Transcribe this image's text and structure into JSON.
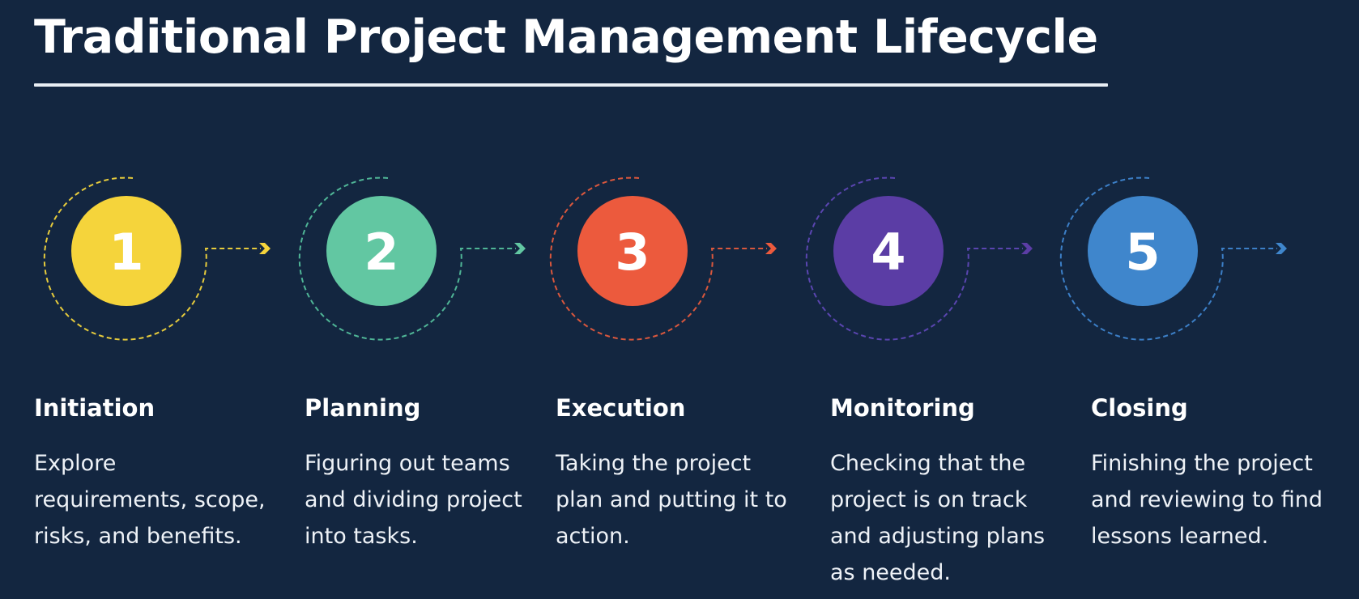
{
  "title": "Traditional Project Management Lifecycle",
  "stages": [
    {
      "number": "1",
      "heading": "Initiation",
      "description": "Explore requirements, scope, risks, and benefits.",
      "color": "#F5D43B",
      "ring_color": "#E6CB3C",
      "icon": "chevron-right-icon"
    },
    {
      "number": "2",
      "heading": "Planning",
      "description": "Figuring out teams and dividing project into tasks.",
      "color": "#62C7A2",
      "ring_color": "#4FB596",
      "icon": "chevron-right-icon"
    },
    {
      "number": "3",
      "heading": "Execution",
      "description": "Taking the project plan and putting it to action.",
      "color": "#EC5A3D",
      "ring_color": "#D9573D",
      "icon": "chevron-right-icon"
    },
    {
      "number": "4",
      "heading": "Monitoring",
      "description": "Checking that the project is on track and adjusting plans as needed.",
      "color": "#5B3DA5",
      "ring_color": "#5A45B0",
      "icon": "chevron-right-icon"
    },
    {
      "number": "5",
      "heading": "Closing",
      "description": "Finishing the project and reviewing to find lessons learned.",
      "color": "#3F86CC",
      "ring_color": "#3C7FC7",
      "icon": "chevron-right-icon"
    }
  ]
}
